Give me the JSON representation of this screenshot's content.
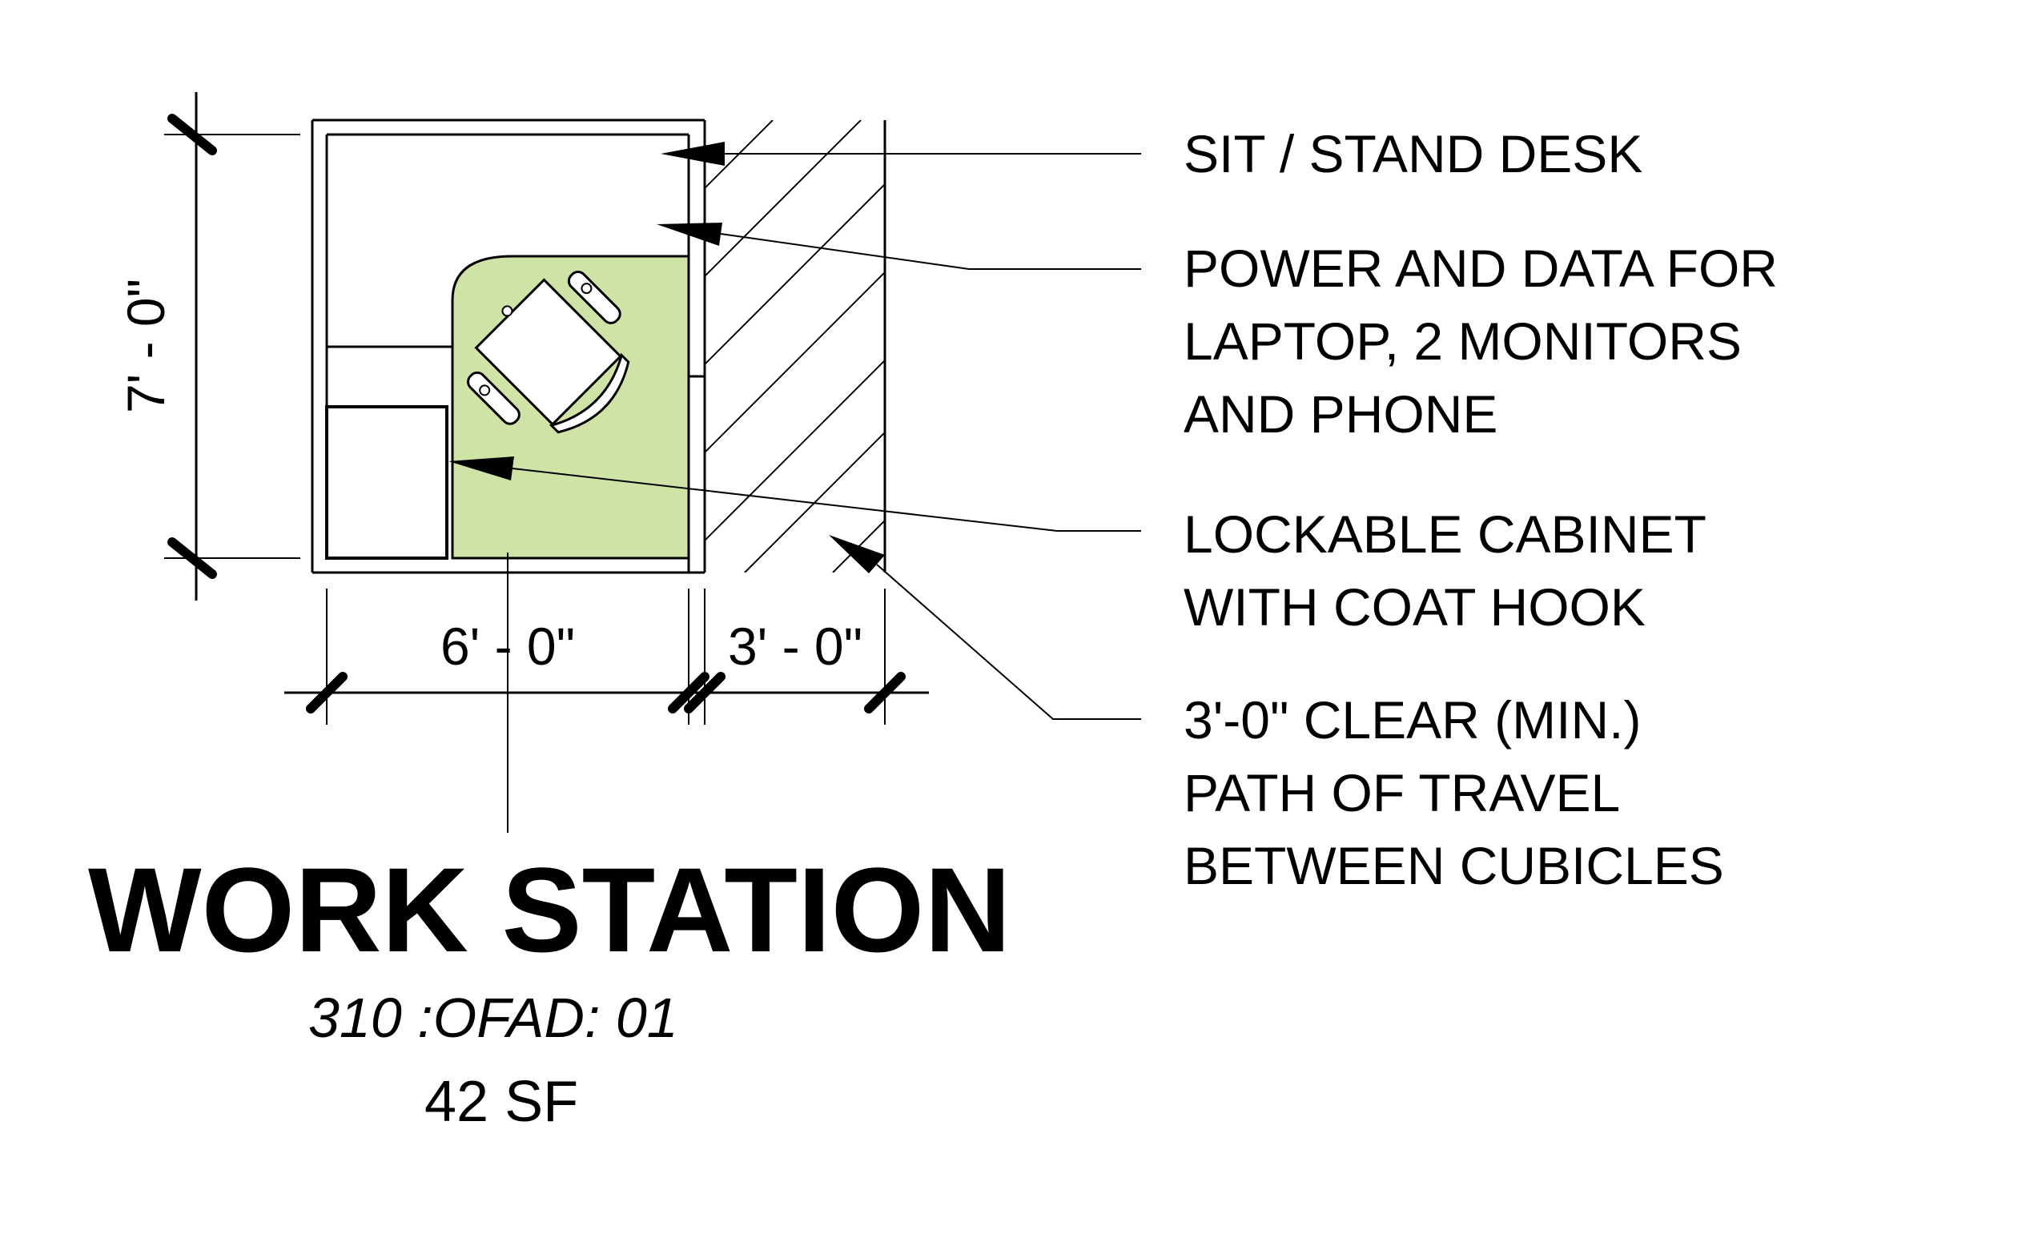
{
  "diagram": {
    "dimensions": {
      "height": "7' - 0\"",
      "width_workstation": "6' - 0\"",
      "width_clear_path": "3' - 0\""
    },
    "callouts": [
      {
        "lines": [
          "SIT / STAND DESK"
        ]
      },
      {
        "lines": [
          "POWER AND DATA FOR",
          "LAPTOP, 2 MONITORS",
          "AND PHONE"
        ]
      },
      {
        "lines": [
          "LOCKABLE CABINET",
          "WITH COAT HOOK"
        ]
      },
      {
        "lines": [
          "3'-0\" CLEAR (MIN.)",
          "PATH OF TRAVEL",
          "BETWEEN CUBICLES"
        ]
      }
    ],
    "title": "WORK STATION",
    "code": "310 :OFAD: 01",
    "area": "42 SF",
    "colors": {
      "desk_fill": "#cfe3a6",
      "line": "#000000",
      "background": "#ffffff"
    }
  }
}
